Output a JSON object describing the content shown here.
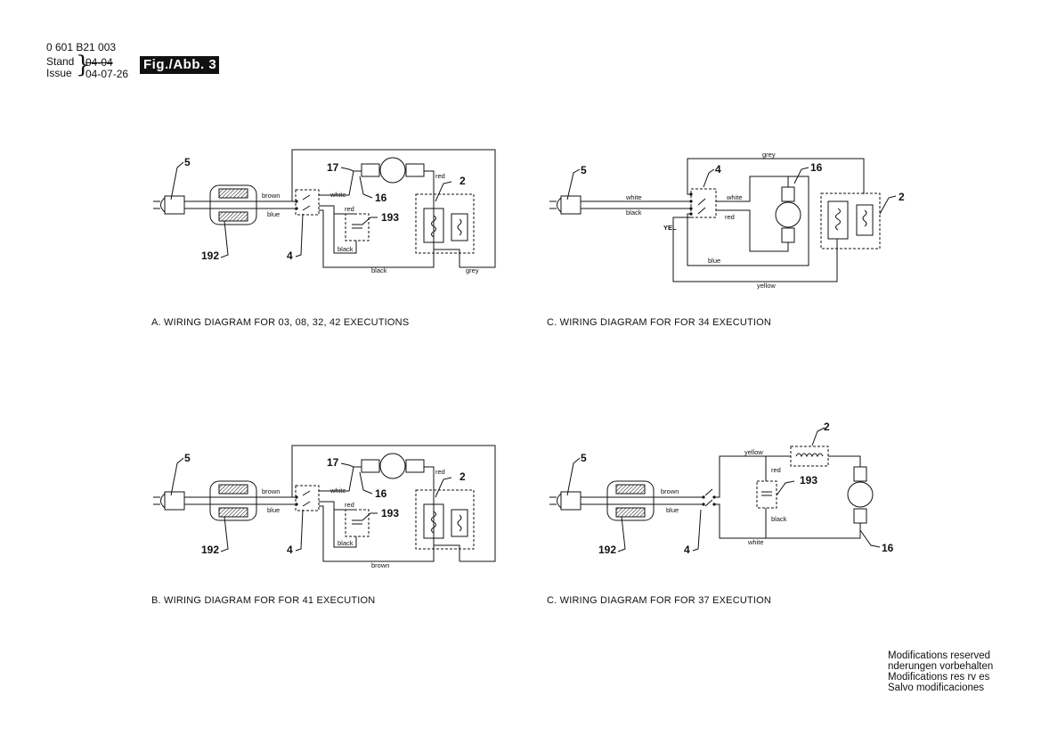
{
  "header": {
    "doc_number": "0 601 B21 003",
    "stand_label": "Stand",
    "issue_label": "Issue",
    "brace": "}",
    "stand_date": "04-04",
    "issue_date": "04-07-26",
    "fig_label": "Fig./Abb. 3"
  },
  "diagrams": {
    "a": {
      "caption": "A. WIRING DIAGRAM FOR 03, 08, 32, 42 EXECUTIONS",
      "parts": [
        "5",
        "192",
        "4",
        "17",
        "16",
        "2",
        "193"
      ],
      "wires": [
        "brown",
        "blue",
        "white",
        "red",
        "red",
        "black",
        "black",
        "grey"
      ]
    },
    "c34": {
      "caption": "C. WIRING DIAGRAM FOR FOR 34 EXECUTION",
      "parts": [
        "5",
        "4",
        "16",
        "2"
      ],
      "wires": [
        "grey",
        "white",
        "black",
        "white",
        "red",
        "YEL",
        "blue",
        "yellow"
      ]
    },
    "b": {
      "caption": "B. WIRING DIAGRAM FOR FOR 41 EXECUTION",
      "parts": [
        "5",
        "192",
        "4",
        "17",
        "16",
        "2",
        "193"
      ],
      "wires": [
        "brown",
        "blue",
        "white",
        "red",
        "red",
        "black",
        "brown"
      ]
    },
    "c37": {
      "caption": "C. WIRING DIAGRAM FOR FOR 37 EXECUTION",
      "parts": [
        "5",
        "192",
        "4",
        "2",
        "193",
        "16"
      ],
      "wires": [
        "brown",
        "blue",
        "yellow",
        "red",
        "black",
        "white"
      ]
    }
  },
  "modifications": {
    "line1": "Modifications reserved",
    "line2": " nderungen vorbehalten",
    "line3": "Modifications res rv es",
    "line4": "Salvo modificaciones"
  }
}
